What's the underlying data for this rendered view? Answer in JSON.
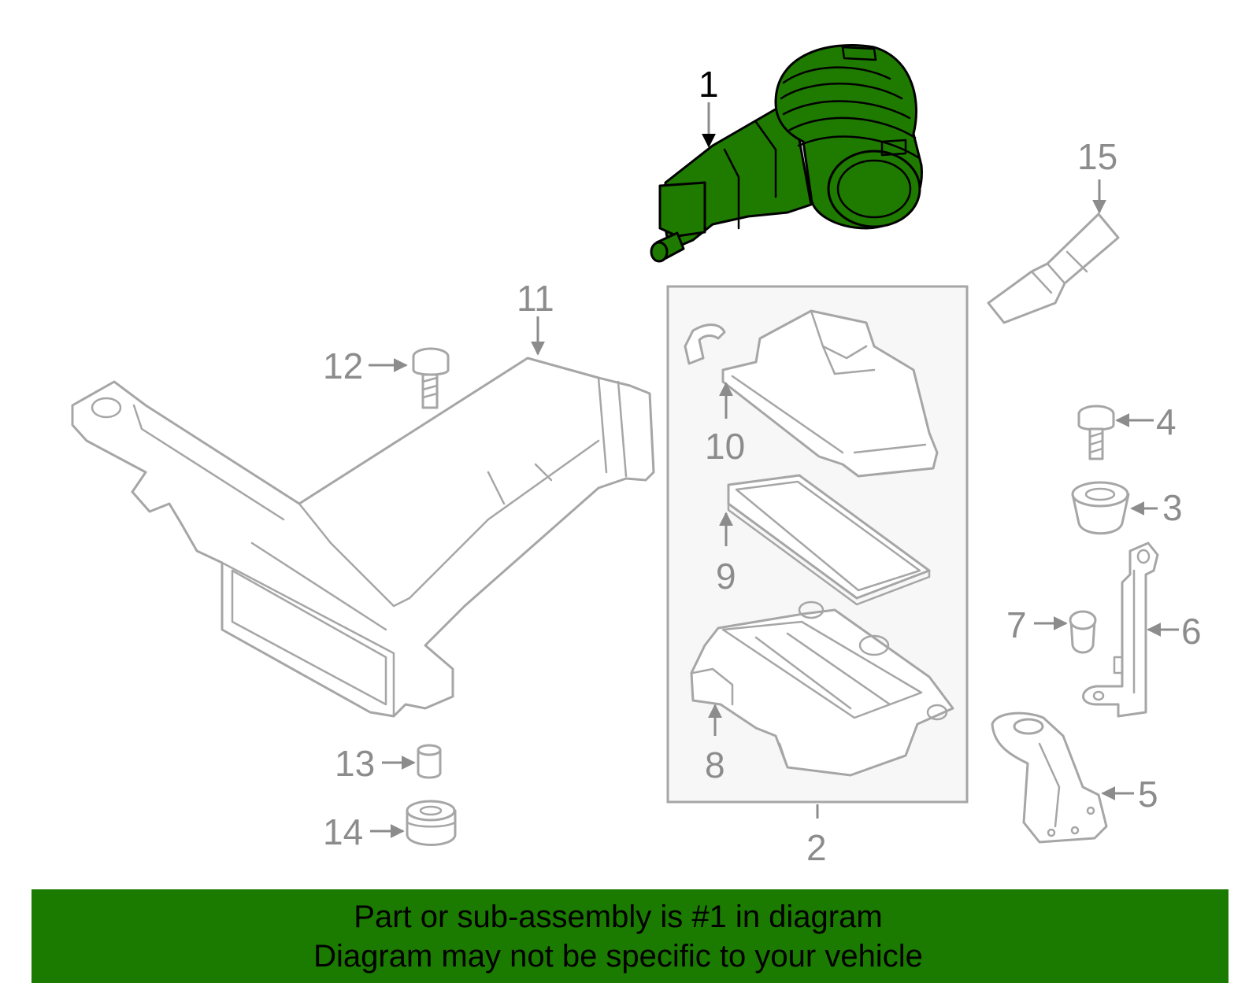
{
  "callouts": {
    "c1": "1",
    "c2": "2",
    "c3": "3",
    "c4": "4",
    "c5": "5",
    "c6": "6",
    "c7": "7",
    "c8": "8",
    "c9": "9",
    "c10": "10",
    "c11": "11",
    "c12": "12",
    "c13": "13",
    "c14": "14",
    "c15": "15"
  },
  "colors": {
    "highlight": "#1f7a00",
    "banner": "#1b7a00",
    "callout": "#8c8c8c"
  },
  "banner": {
    "line1": "Part or sub-assembly is #1 in diagram",
    "line2": "Diagram may not be specific to your vehicle"
  }
}
